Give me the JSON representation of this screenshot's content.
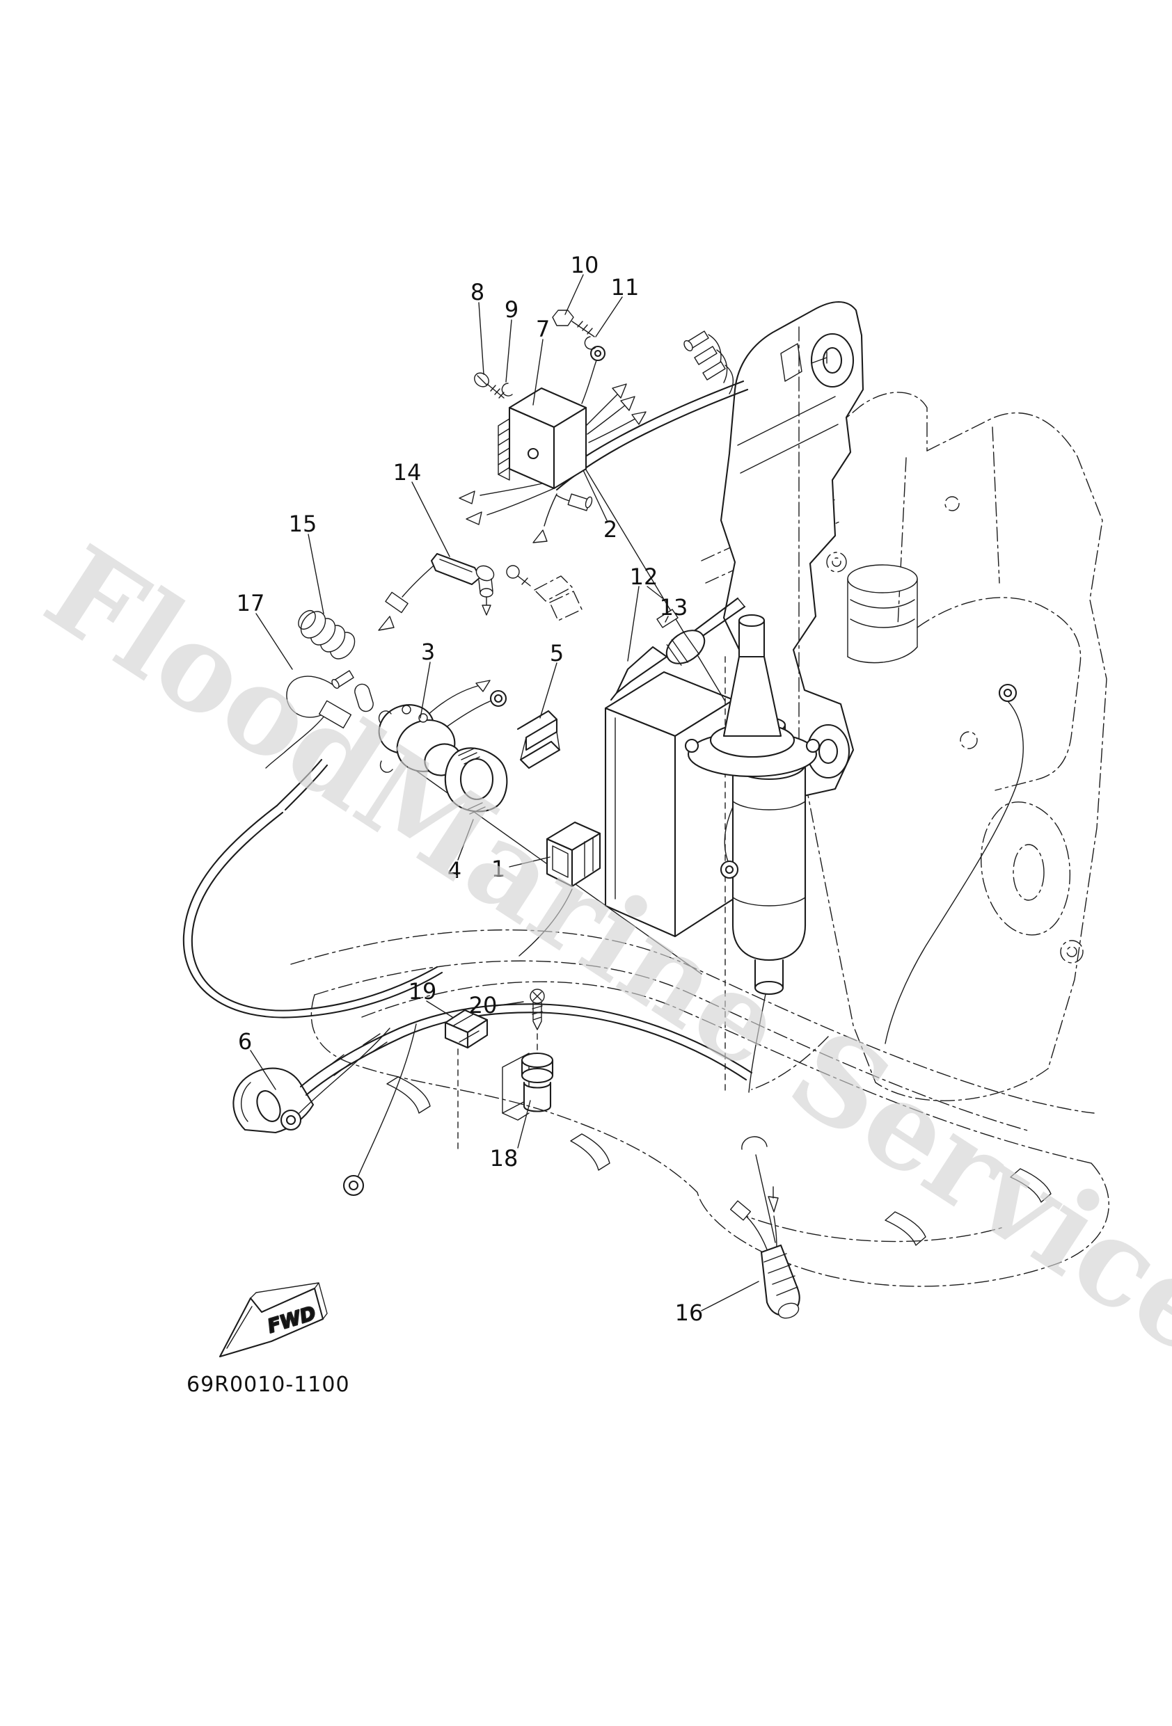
{
  "colors": {
    "background": "#ffffff",
    "line": "#1c1c1c",
    "watermark": "#d2d2d2"
  },
  "watermark": {
    "text": "FloodMarine Services"
  },
  "drawing": {
    "code": "69R0010-1100",
    "fwd_label": "FWD"
  },
  "callouts": [
    {
      "label": "1"
    },
    {
      "label": "2"
    },
    {
      "label": "3"
    },
    {
      "label": "4"
    },
    {
      "label": "5"
    },
    {
      "label": "6"
    },
    {
      "label": "7"
    },
    {
      "label": "8"
    },
    {
      "label": "9"
    },
    {
      "label": "10"
    },
    {
      "label": "11"
    },
    {
      "label": "12"
    },
    {
      "label": "13"
    },
    {
      "label": "14"
    },
    {
      "label": "15"
    },
    {
      "label": "16"
    },
    {
      "label": "17"
    },
    {
      "label": "18"
    },
    {
      "label": "19"
    },
    {
      "label": "20"
    }
  ]
}
